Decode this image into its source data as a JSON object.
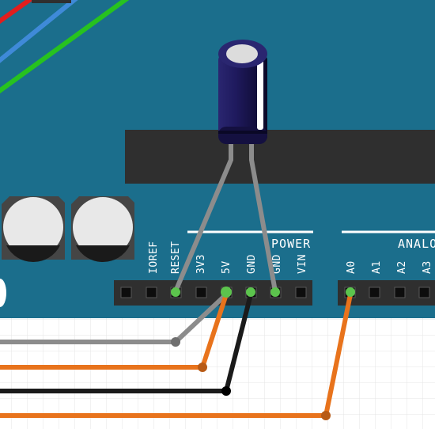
{
  "board": {
    "power_header": "POWER",
    "analog_header": "ANALOG IN",
    "power_pins": [
      "IOREF",
      "RESET",
      "3V3",
      "5V",
      "GND",
      "GND",
      "VIN"
    ],
    "analog_pins": [
      "A0",
      "A1",
      "A2",
      "A3"
    ]
  },
  "colors": {
    "board": "#1b6e8c",
    "breadboard": "#ffffff",
    "grid": "#e4e4e4",
    "wire_gray": "#8c8c8c",
    "wire_orange": "#e8731c",
    "wire_black": "#1a1a1a",
    "capacitor": "#1e1a5c"
  }
}
